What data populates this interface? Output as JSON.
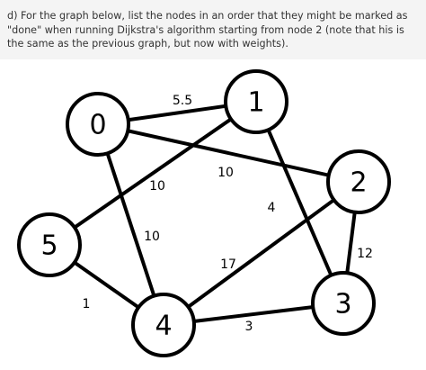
{
  "question": {
    "text": "d) For the graph below, list the nodes in an order that they might be marked as \"done\" when running Dijkstra's algorithm starting from node 2 (note that his is the same as the previous graph, but now with weights)."
  },
  "graph": {
    "nodes": [
      {
        "id": "0",
        "label": "0"
      },
      {
        "id": "1",
        "label": "1"
      },
      {
        "id": "2",
        "label": "2"
      },
      {
        "id": "3",
        "label": "3"
      },
      {
        "id": "4",
        "label": "4"
      },
      {
        "id": "5",
        "label": "5"
      }
    ],
    "edges": [
      {
        "from": "0",
        "to": "1",
        "weight": "5.5"
      },
      {
        "from": "0",
        "to": "2",
        "weight": "10"
      },
      {
        "from": "0",
        "to": "4",
        "weight": "10"
      },
      {
        "from": "1",
        "to": "5",
        "weight": "10"
      },
      {
        "from": "1",
        "to": "3",
        "weight": "4"
      },
      {
        "from": "2",
        "to": "4",
        "weight": "17"
      },
      {
        "from": "2",
        "to": "3",
        "weight": "12"
      },
      {
        "from": "4",
        "to": "3",
        "weight": "3"
      },
      {
        "from": "5",
        "to": "4",
        "weight": "1"
      }
    ]
  }
}
